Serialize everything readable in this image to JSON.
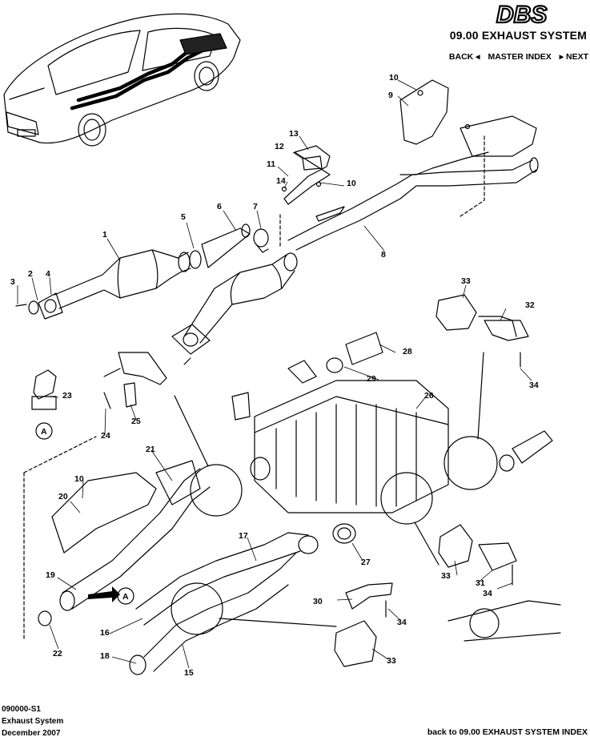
{
  "brand": "DBS",
  "section_title": "09.00 EXHAUST SYSTEM",
  "nav": {
    "back": "BACK ◂",
    "master_index": "MASTER INDEX",
    "next": "▸ NEXT"
  },
  "callouts": {
    "c1": "1",
    "c2": "2",
    "c3": "3",
    "c4": "4",
    "c5": "5",
    "c6": "6",
    "c7": "7",
    "c8": "8",
    "c9": "9",
    "c10a": "10",
    "c10b": "10",
    "c10c": "10",
    "c11": "11",
    "c12": "12",
    "c13": "13",
    "c14": "14",
    "c15": "15",
    "c16": "16",
    "c17": "17",
    "c18": "18",
    "c19": "19",
    "c20": "20",
    "c21": "21",
    "c22": "22",
    "c23": "23",
    "c24": "24",
    "c25": "25",
    "c26": "26",
    "c27": "27",
    "c28": "28",
    "c29": "29",
    "c30": "30",
    "c31": "31",
    "c32": "32",
    "c33a": "33",
    "c33b": "33",
    "c33c": "33",
    "c34a": "34",
    "c34b": "34",
    "c34c": "34",
    "view_a1": "A",
    "view_a2": "A"
  },
  "footer": {
    "doc_number": "090000-S1",
    "doc_title": "Exhaust System",
    "date": "December 2007",
    "back_link": "back to 09.00 EXHAUST SYSTEM INDEX"
  }
}
